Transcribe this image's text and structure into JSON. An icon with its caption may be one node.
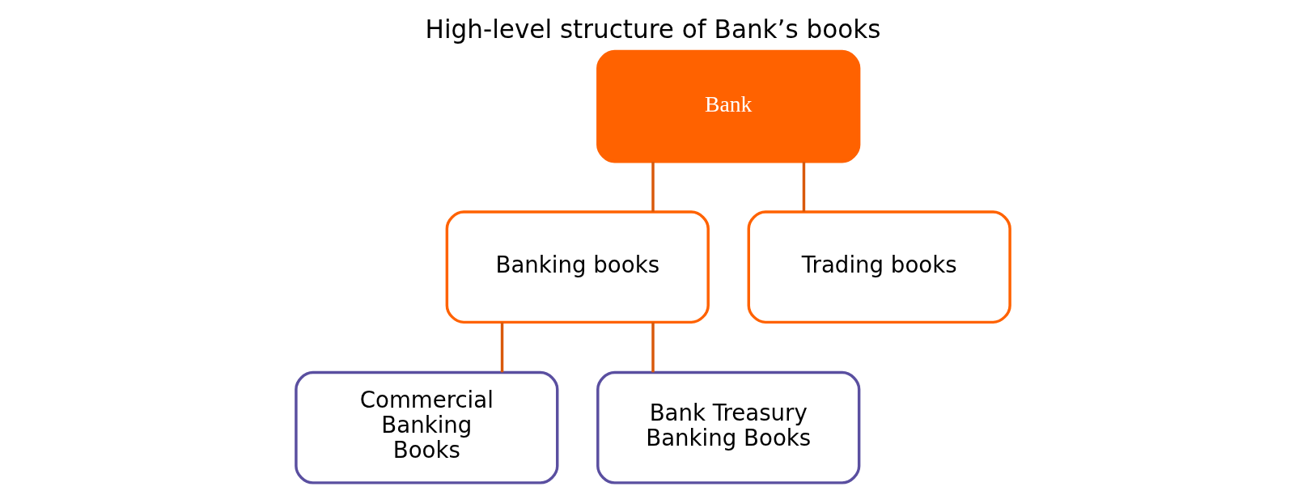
{
  "diagram": {
    "title": "High-level structure of Bank’s books",
    "nodes": [
      {
        "text": [
          "Bank"
        ]
      },
      {
        "text": [
          "Banking books"
        ]
      },
      {
        "text": [
          "Trading books"
        ]
      },
      {
        "text": [
          "Commercial Banking Books"
        ]
      },
      {
        "text": [
          "Bank Treasury Banking Books"
        ]
      }
    ],
    "edges": [
      {
        "from": 0,
        "to": 1,
        "arrow": "none",
        "color": "#d9590b"
      },
      {
        "from": 0,
        "to": 2,
        "arrow": "none",
        "color": "#d9590b"
      },
      {
        "from": 1,
        "to": 3,
        "arrow": "none",
        "color": "#d9590b"
      },
      {
        "from": 1,
        "to": 4,
        "arrow": "none",
        "color": "#d9590b"
      }
    ]
  }
}
